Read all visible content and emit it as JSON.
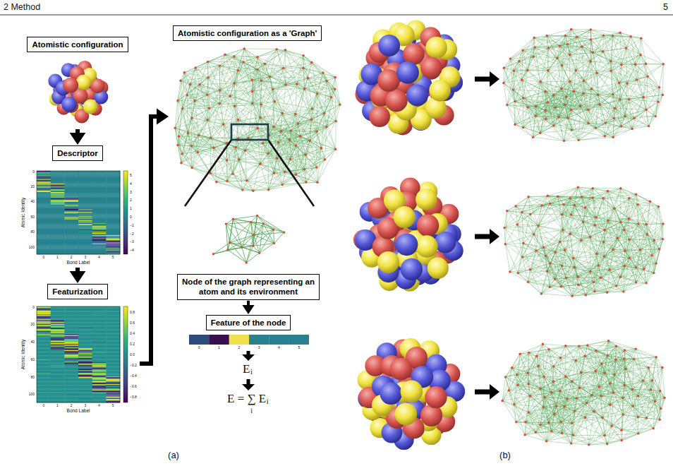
{
  "diagram": {
    "nodes": [
      {
        "text": [
          "Atomistic configuration"
        ]
      },
      {
        "text": [
          "Descriptor"
        ]
      },
      {
        "text": [
          "Featurization"
        ]
      },
      {
        "text": [
          "Atomistic configuration as a 'Graph'"
        ]
      },
      {
        "text": [
          "Node of the graph representing an atom and its environment"
        ]
      },
      {
        "text": [
          "Feature of the node"
        ]
      }
    ],
    "edges": [
      {
        "from": 0,
        "to": 1,
        "arrow": "to"
      },
      {
        "from": 1,
        "to": 2,
        "arrow": "to"
      },
      {
        "from": 2,
        "to": 3,
        "arrow": "to"
      },
      {
        "from": 4,
        "to": 5,
        "arrow": "to"
      }
    ],
    "labels": [
      "2 Method",
      "5",
      "Atomic Identity",
      "0",
      "20",
      "40",
      "60",
      "80",
      "100",
      "0",
      "1",
      "2",
      "3",
      "4",
      "5",
      "5",
      "4",
      "3",
      "2",
      "1",
      "0",
      "−1",
      "−2",
      "−3",
      "−4",
      "Bond Label",
      "Atomic Identity",
      "0",
      "20",
      "40",
      "60",
      "80",
      "100",
      "0",
      "1",
      "2",
      "3",
      "4",
      "5",
      "0.8",
      "0.6",
      "0.4",
      "0.2",
      "0.0",
      "−0.2",
      "−0.4",
      "−0.6",
      "−0.8",
      "Bond Label",
      "0",
      "1",
      "2",
      "3",
      "4",
      "5",
      "E",
      "i",
      "E = ∑ E",
      "i",
      "i",
      "(a)",
      "(b)"
    ]
  }
}
